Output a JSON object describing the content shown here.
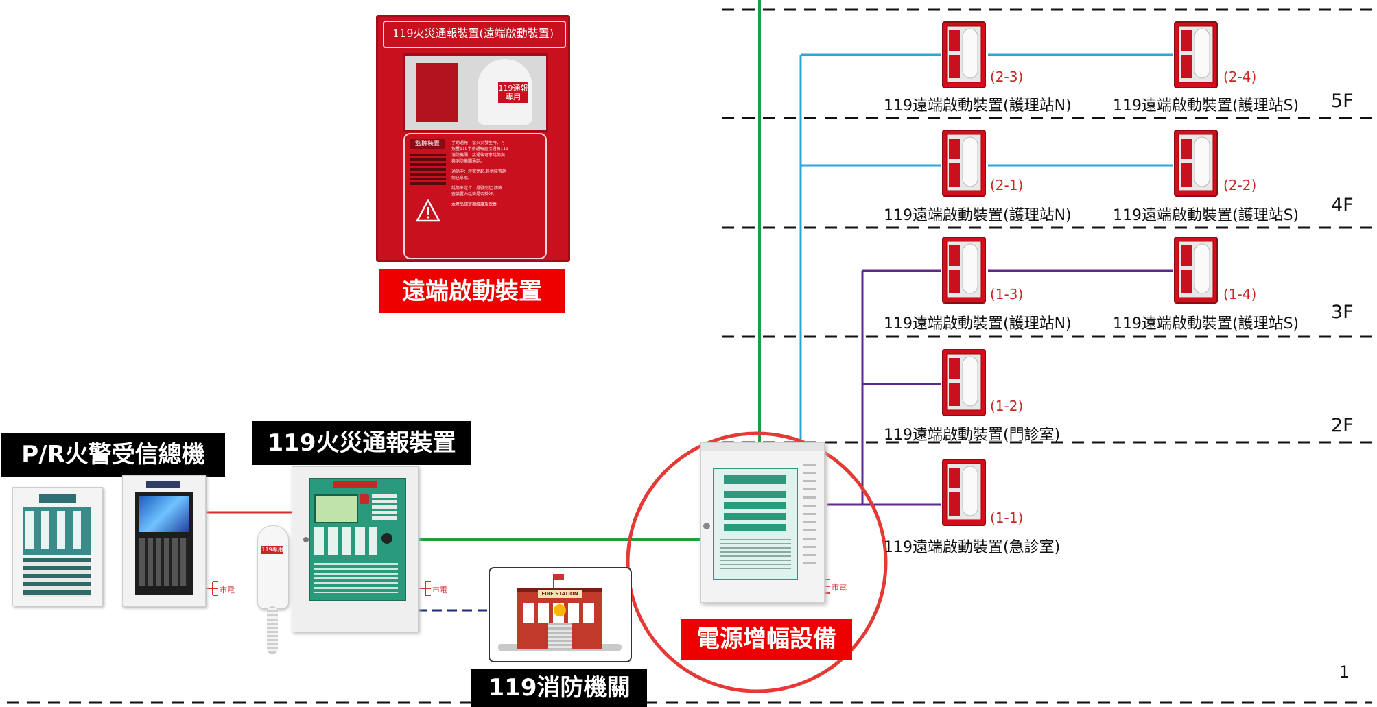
{
  "labels": {
    "remote_device_title": "遠端啟動裝置",
    "pr_panel_title": "P/R火警受信總機",
    "fire_report_title": "119火災通報裝置",
    "power_amp_title": "電源增幅設備",
    "fire_dept_title": "119消防機關",
    "power_mark": "市電",
    "page_number": "1"
  },
  "photo_text": {
    "remote_header": "119火災通報裝置(遠端啟動裝置)",
    "remote_badge": "119通報專用",
    "remote_speaker": "監聽裝置",
    "remote_instructions": [
      "手動通報：當火災發生時，可",
      "按壓119手動通報直接通報119",
      "消防機關，接通後可拿話筒與",
      "與消防機關通話。",
      "通話中：燈號亮起,其他裝置話",
      "筒已拿取。",
      "話筒未定位：燈號亮起,請檢",
      "查裝置內話筒是否掛好。",
      "本產品請定期維護及保養"
    ],
    "fire_station_sign": "FIRE STATION",
    "phone_badge": "119專用"
  },
  "floors": [
    "5F",
    "4F",
    "3F",
    "2F"
  ],
  "devices": [
    {
      "code": "(2-3)",
      "label": "119遠端啟動裝置(護理站N)"
    },
    {
      "code": "(2-4)",
      "label": "119遠端啟動裝置(護理站S)"
    },
    {
      "code": "(2-1)",
      "label": "119遠端啟動裝置(護理站N)"
    },
    {
      "code": "(2-2)",
      "label": "119遠端啟動裝置(護理站S)"
    },
    {
      "code": "(1-3)",
      "label": "119遠端啟動裝置(護理站N)"
    },
    {
      "code": "(1-4)",
      "label": "119遠端啟動裝置(護理站S)"
    },
    {
      "code": "(1-2)",
      "label": "119遠端啟動裝置(門診室)"
    },
    {
      "code": "(1-1)",
      "label": "119遠端啟動裝置(急診室)"
    }
  ],
  "colors": {
    "green_line": "#1e9e3f",
    "blue_line": "#2ea3e0",
    "purple_line": "#5b2a8c",
    "red_line": "#d32f2f",
    "navy_dashed": "#1f2a7a",
    "accent_red": "#e60012",
    "circle": "#e53935"
  }
}
